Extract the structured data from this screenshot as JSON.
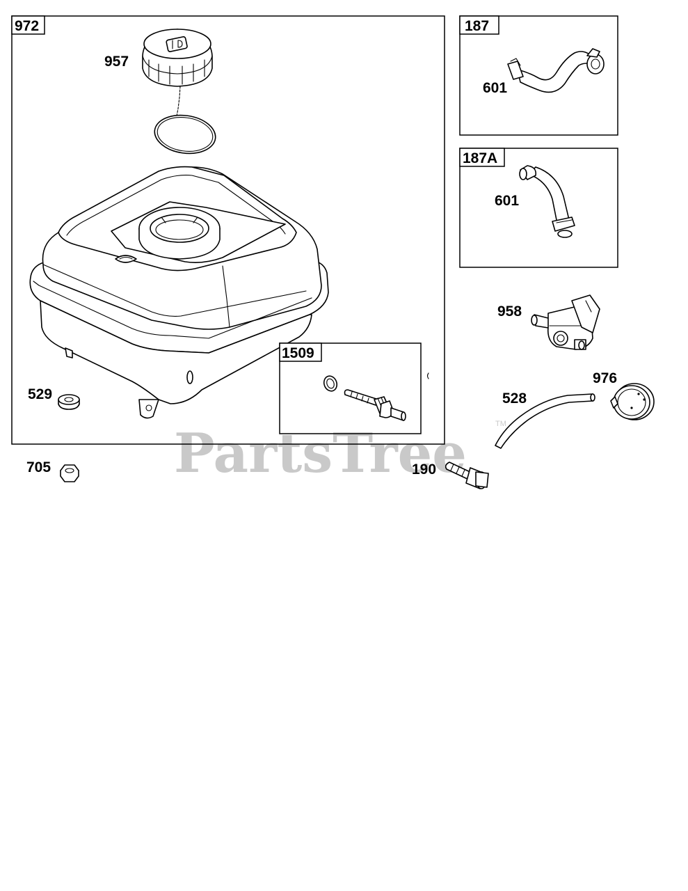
{
  "boxes": {
    "tank_kit": "972",
    "hose_kit_a": "187",
    "hose_kit_b": "187A",
    "valve_kit": "1509"
  },
  "callouts": {
    "cap": "957",
    "grommet": "529",
    "nut": "705",
    "hose_a": "601",
    "hose_b": "601",
    "shutoff_valve": "958",
    "fuel_line": "528",
    "filter": "976",
    "bolt": "190"
  },
  "watermark": {
    "text": "PartsTree",
    "trademark": "TM",
    "color": "#c9c9c9"
  }
}
